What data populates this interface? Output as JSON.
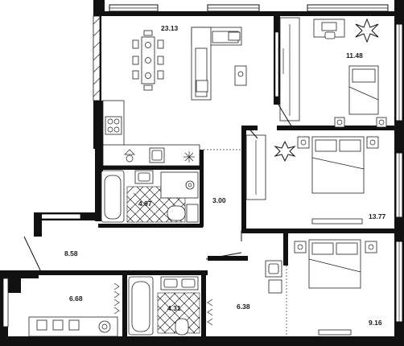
{
  "rooms": [
    {
      "id": "living",
      "area": "23.13"
    },
    {
      "id": "bedroom-1",
      "area": "11.48"
    },
    {
      "id": "bathroom-1",
      "area": "4.97"
    },
    {
      "id": "corridor",
      "area": "3.00"
    },
    {
      "id": "bedroom-2",
      "area": "13.77"
    },
    {
      "id": "hall",
      "area": "8.58"
    },
    {
      "id": "storage",
      "area": "6.68"
    },
    {
      "id": "bathroom-2",
      "area": "4.31"
    },
    {
      "id": "laundry",
      "area": "6.38"
    },
    {
      "id": "bedroom-3",
      "area": "9.16"
    }
  ],
  "icons": [
    "plant-icon",
    "plant-icon",
    "sink-icon",
    "toilet-icon",
    "bathtub-icon",
    "bed-icon",
    "desk-icon",
    "dining-table-icon",
    "sofa-icon",
    "stove-icon",
    "wardrobe-icon",
    "washing-machine-icon"
  ]
}
